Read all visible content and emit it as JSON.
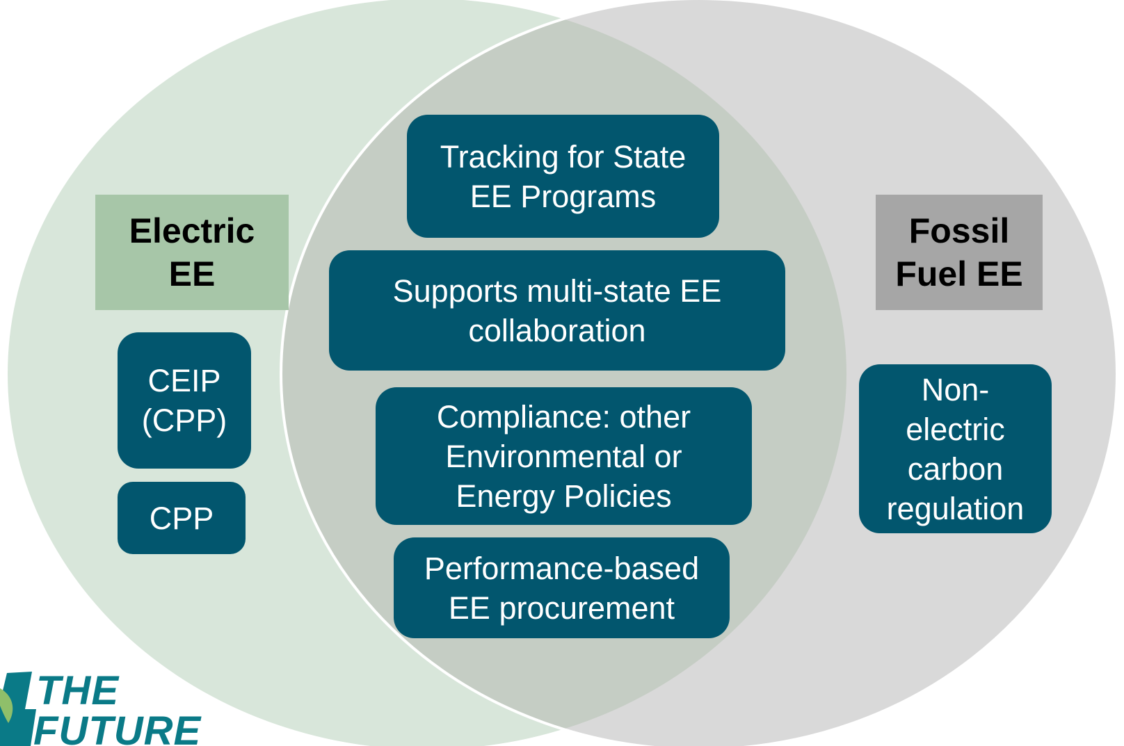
{
  "colors": {
    "electric_circle": "#d8e6da",
    "fossil_circle": "#d9d9d9",
    "overlap": "#c5cdc4",
    "box_fill": "#02566e",
    "electric_label_bg": "#a7c6a8",
    "fossil_label_bg": "#a6a6a6",
    "logo": "#0a7a87"
  },
  "circles": {
    "electric": {
      "label": "Electric\nEE",
      "items": [
        "CEIP\n(CPP)",
        "CPP"
      ]
    },
    "fossil": {
      "label": "Fossil\nFuel EE",
      "items": [
        "Non-\nelectric\ncarbon\nregulation"
      ]
    },
    "overlap": {
      "items": [
        "Tracking for State\nEE Programs",
        "Supports multi-state EE\ncollaboration",
        "Compliance: other\nEnvironmental or\nEnergy Policies",
        "Performance-based\nEE procurement"
      ]
    }
  },
  "logo": {
    "line1": "THE",
    "line2": "FUTURE",
    "icon": "leaf-icon"
  }
}
